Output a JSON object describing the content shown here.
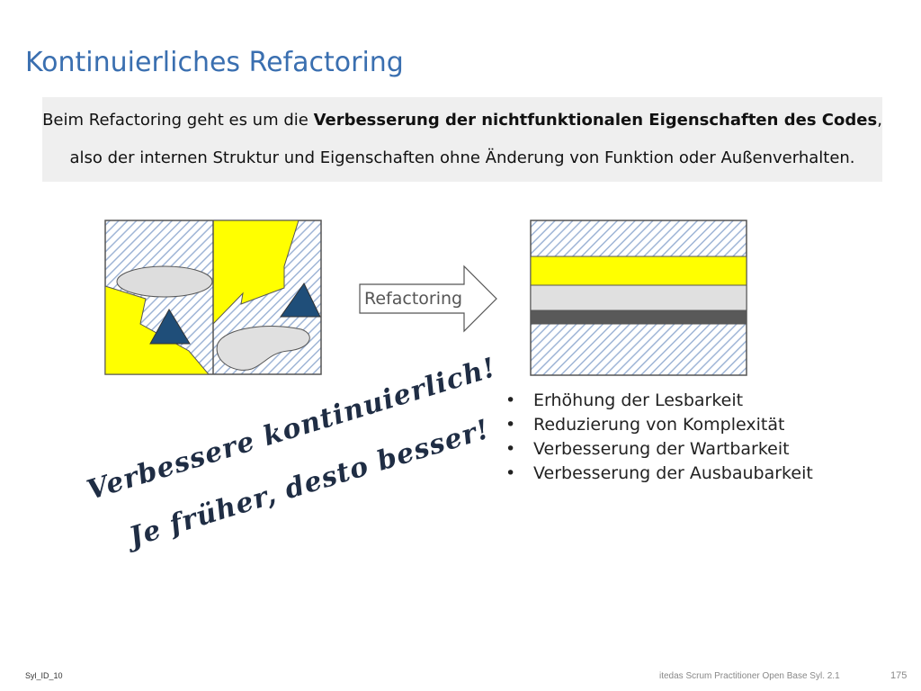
{
  "slide": {
    "title": "Kontinuierliches Refactoring",
    "intro": {
      "line1_prefix": "Beim Refactoring geht es um die ",
      "line1_bold": "Verbesserung der nichtfunktionalen Eigenschaften des Codes",
      "line1_suffix": ",",
      "line2": "also der internen Struktur und Eigenschaften ohne Änderung von Funktion oder Außenverhalten."
    },
    "arrow_label": "Refactoring",
    "bullets": [
      "Erhöhung der Lesbarkeit",
      "Reduzierung von Komplexität",
      "Verbesserung der Wartbarkeit",
      "Verbesserung der Ausbaubarkeit"
    ],
    "script_line1": "Verbessere kontinuierlich!",
    "script_line2": "Je früher, desto besser!",
    "footer_left": "Syl_ID_10",
    "footer_right": "itedas Scrum Practitioner Open Base Syl. 2.1",
    "page_number": "175"
  },
  "colors": {
    "title": "#3a6fb0",
    "yellow": "#ffff00",
    "hatch": "#9fb5d6",
    "triangle": "#1f4e79",
    "grey_blob": "#e0e0e0",
    "dark_band": "#595959"
  }
}
